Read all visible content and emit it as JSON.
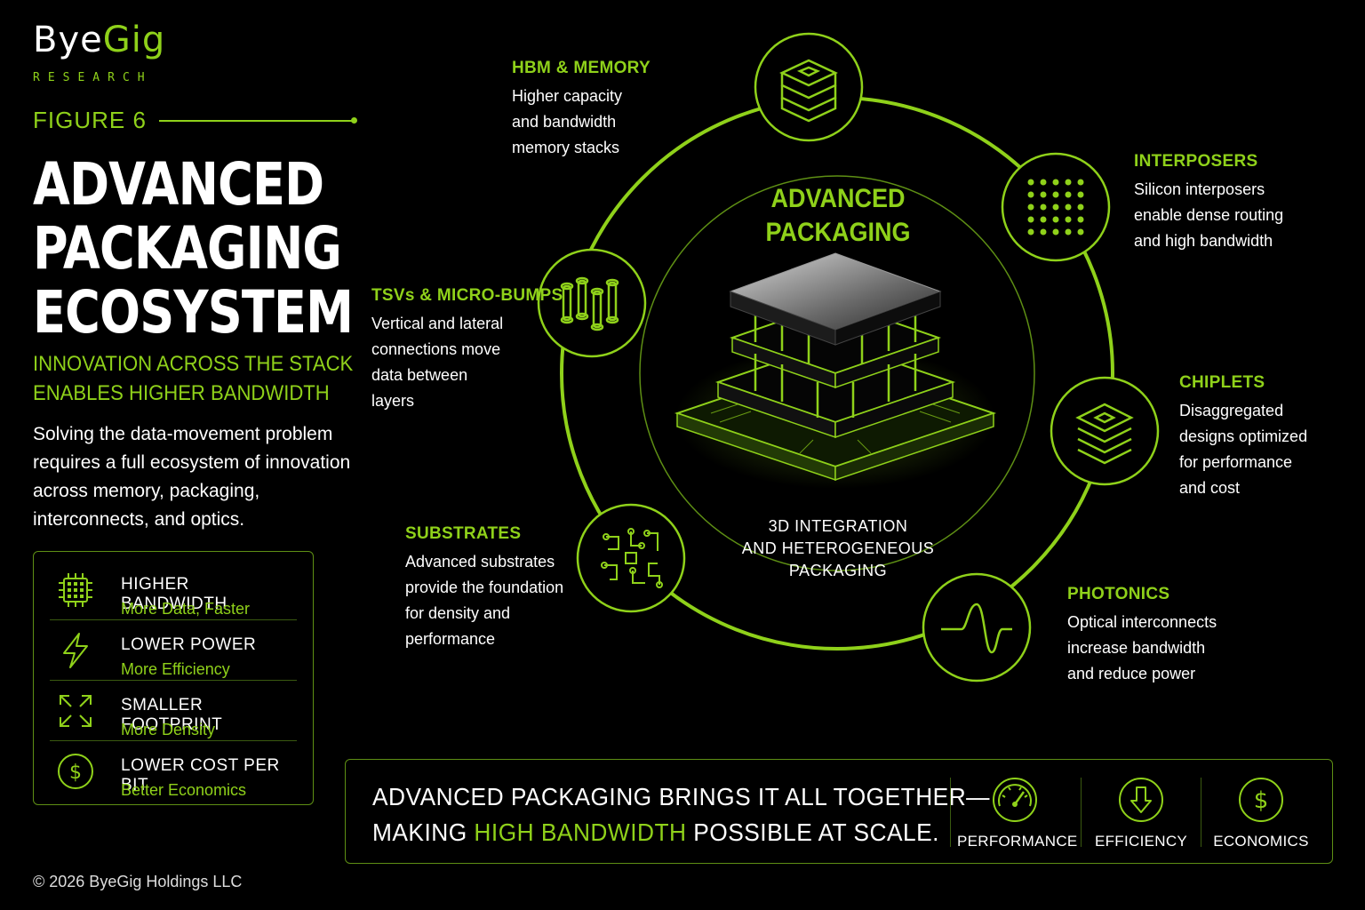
{
  "brand": {
    "name_a": "Bye",
    "name_b": "Gig",
    "tagline": "RESEARCH"
  },
  "figure_label": "FIGURE 6",
  "title": [
    "ADVANCED",
    "PACKAGING",
    "ECOSYSTEM"
  ],
  "subtitle": [
    "INNOVATION ACROSS THE STACK",
    "ENABLES HIGHER BANDWIDTH"
  ],
  "intro": "Solving the data-movement problem requires a full ecosystem of innovation across memory, packaging, interconnects, and optics.",
  "benefits": [
    {
      "title": "HIGHER BANDWIDTH",
      "sub": "More Data, Faster",
      "icon": "chip-icon"
    },
    {
      "title": "LOWER POWER",
      "sub": "More Efficiency",
      "icon": "lightning-icon"
    },
    {
      "title": "SMALLER FOOTPRINT",
      "sub": "More Density",
      "icon": "expand-arrows-icon"
    },
    {
      "title": "LOWER COST PER BIT",
      "sub": "Better Economics",
      "icon": "dollar-icon"
    }
  ],
  "center": {
    "title": [
      "ADVANCED",
      "PACKAGING"
    ],
    "sub": [
      "3D INTEGRATION",
      "AND HETEROGENEOUS",
      "PACKAGING"
    ]
  },
  "nodes": {
    "hbm": {
      "title": "HBM & MEMORY",
      "desc": [
        "Higher capacity",
        "and bandwidth",
        "memory stacks"
      ]
    },
    "interposers": {
      "title": "INTERPOSERS",
      "desc": [
        "Silicon interposers",
        "enable dense routing",
        "and high bandwidth"
      ]
    },
    "chiplets": {
      "title": "CHIPLETS",
      "desc": [
        "Disaggregated",
        "designs optimized",
        "for performance",
        "and cost"
      ]
    },
    "photonics": {
      "title": "PHOTONICS",
      "desc": [
        "Optical interconnects",
        "increase bandwidth",
        "and reduce power"
      ]
    },
    "substrates": {
      "title": "SUBSTRATES",
      "desc": [
        "Advanced substrates",
        "provide the foundation",
        "for density and",
        "performance"
      ]
    },
    "tsvs": {
      "title": "TSVs & MICRO-BUMPS",
      "desc": [
        "Vertical and lateral",
        "connections move",
        "data between",
        "layers"
      ]
    }
  },
  "banner": {
    "line1": "ADVANCED PACKAGING BRINGS IT ALL TOGETHER—",
    "line2_a": "MAKING ",
    "line2_b": "HIGH BANDWIDTH",
    "line2_c": " POSSIBLE AT SCALE.",
    "pillars": [
      {
        "label": "PERFORMANCE",
        "icon": "gauge-icon"
      },
      {
        "label": "EFFICIENCY",
        "icon": "down-arrow-icon"
      },
      {
        "label": "ECONOMICS",
        "icon": "dollar-icon"
      }
    ]
  },
  "copyright": "© 2026 ByeGig Holdings LLC",
  "colors": {
    "accent": "#8fd11a",
    "background": "#000000",
    "border": "#5e8f14"
  }
}
